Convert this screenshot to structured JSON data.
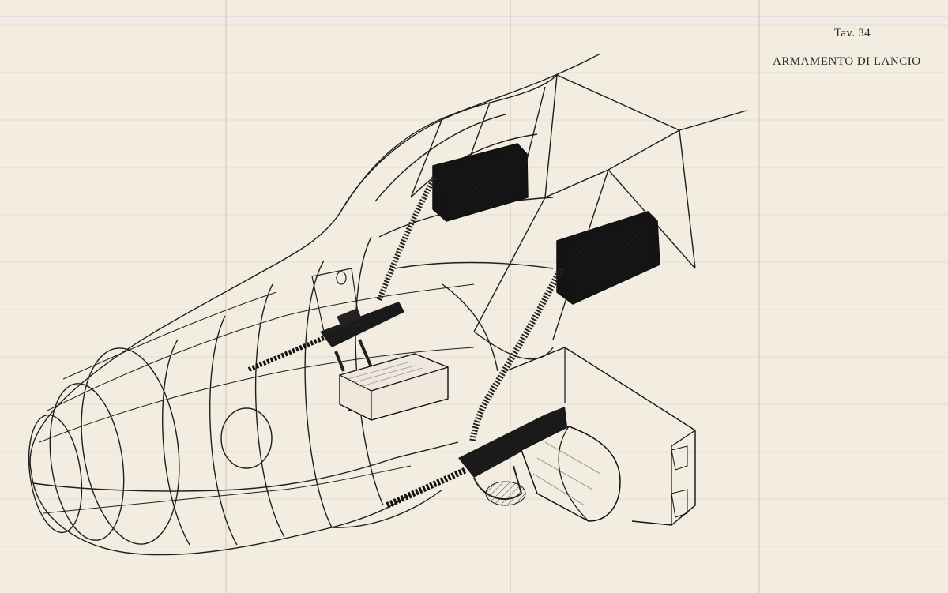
{
  "plate": {
    "number": "Tav. 34",
    "title": "ARMAMENTO DI LANCIO"
  },
  "colors": {
    "paper": "#f3ece1",
    "ink": "#1e1e1e",
    "box_fill": "#141414",
    "crate_fill": "#f0e8dc"
  },
  "figure": {
    "subject": "fuselage-frame-with-armament"
  }
}
